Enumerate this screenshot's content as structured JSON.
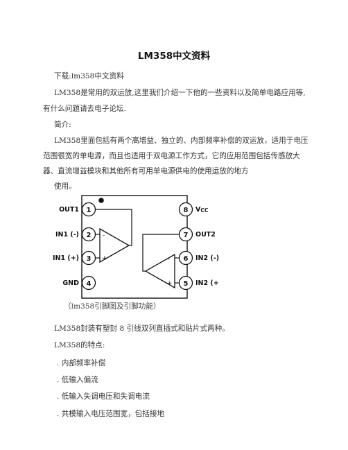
{
  "title": "LM358中文资料",
  "paragraphs": [
    "下载:lm358中文资料",
    "LM358是常用的双运放,这里我们介绍一下他的一些资料以及简单电路应用等,",
    "有什么问题请去电子论坛.",
    "简介:",
    "LM358里面包括有两个高增益、独立的、内部频率补偿的双运放，适用于电压",
    "范围很宽的单电源，而且也适用于双电源工作方式，它的应用范围包括传感放大",
    "器、直流增益模块和其他所有可用单电源供电的使用运放的地方",
    "使用。"
  ],
  "diagram": {
    "pins_left": [
      {
        "num": "1",
        "label": "OUT1"
      },
      {
        "num": "2",
        "label": "IN1 (-)"
      },
      {
        "num": "3",
        "label": "IN1 (+)"
      },
      {
        "num": "4",
        "label": "GND"
      }
    ],
    "pins_right": [
      {
        "num": "8",
        "label": "VCC"
      },
      {
        "num": "7",
        "label": "OUT2"
      },
      {
        "num": "6",
        "label": "IN2 (-)"
      },
      {
        "num": "5",
        "label": "IN2 (+)"
      }
    ],
    "amp_minus": "-",
    "amp_plus": "+"
  },
  "caption": "（lm358引脚图及引脚功能）",
  "package": "LM358封装有塑封 8 引线双列直插式和贴片式两种。",
  "features_heading": "LM358的特点:",
  "features": [
    ". 内部频率补偿",
    ". 低输入偏流",
    ". 低输入失调电压和失调电流",
    ". 共模输入电压范围宽，包括接地"
  ]
}
